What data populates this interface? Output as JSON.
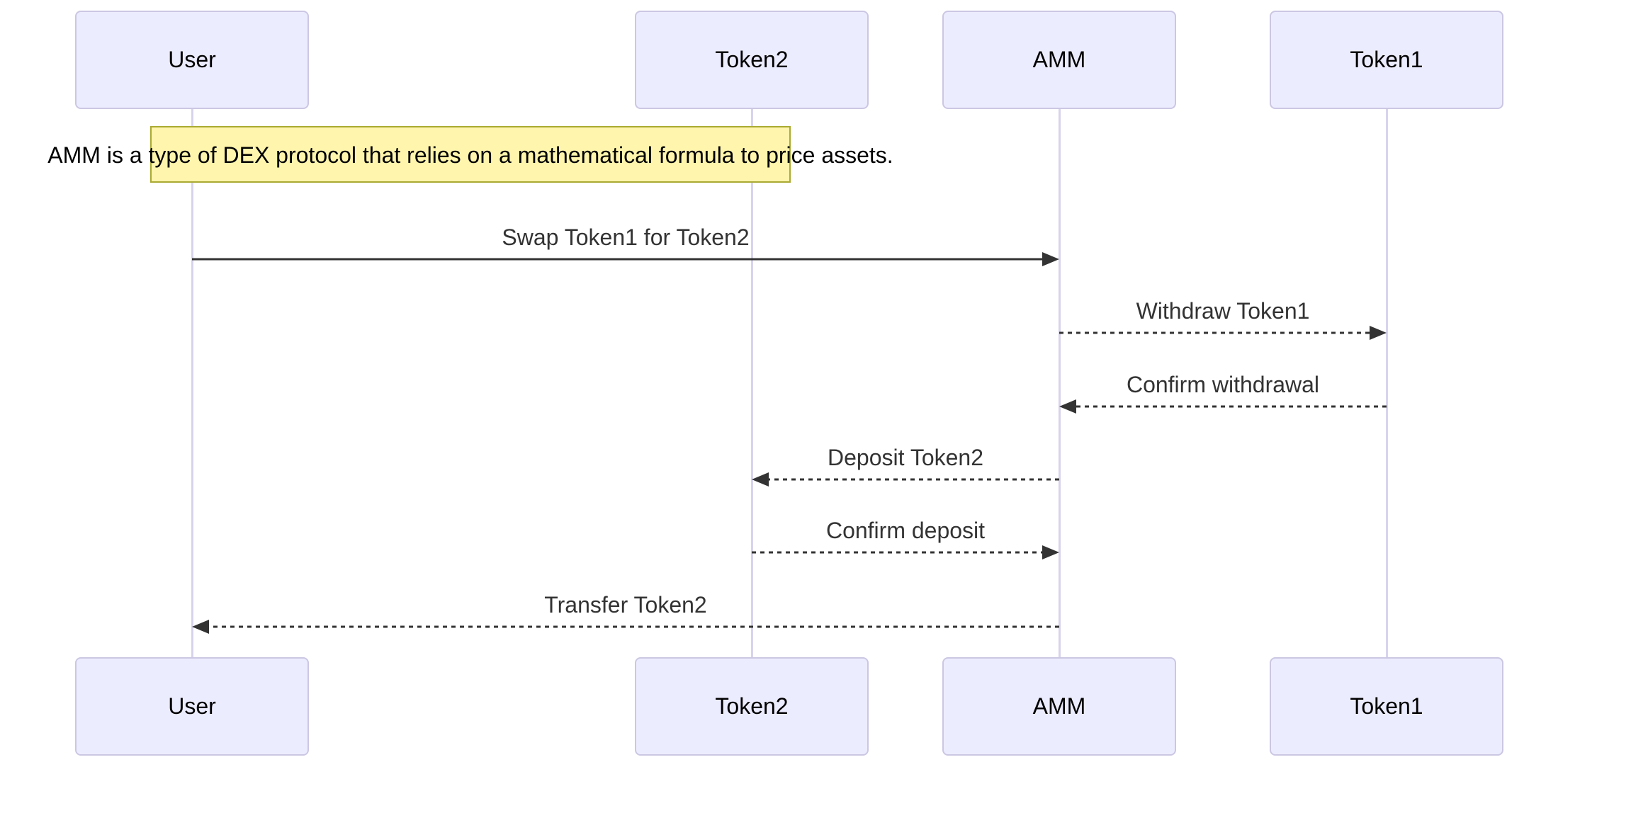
{
  "diagram": {
    "type": "sequence-diagram",
    "actors": [
      {
        "name": "User"
      },
      {
        "name": "Token2"
      },
      {
        "name": "AMM"
      },
      {
        "name": "Token1"
      }
    ],
    "note": {
      "over": "AMM",
      "text": "AMM is a type of DEX protocol that relies on a mathematical formula to price assets."
    },
    "messages": [
      {
        "from": "User",
        "to": "AMM",
        "label": "Swap Token1 for Token2",
        "line": "solid",
        "arrow": "filled"
      },
      {
        "from": "AMM",
        "to": "Token1",
        "label": "Withdraw Token1",
        "line": "dashed",
        "arrow": "filled"
      },
      {
        "from": "Token1",
        "to": "AMM",
        "label": "Confirm withdrawal",
        "line": "dashed",
        "arrow": "filled"
      },
      {
        "from": "AMM",
        "to": "Token2",
        "label": "Deposit Token2",
        "line": "dashed",
        "arrow": "filled"
      },
      {
        "from": "Token2",
        "to": "AMM",
        "label": "Confirm deposit",
        "line": "dashed",
        "arrow": "filled"
      },
      {
        "from": "AMM",
        "to": "User",
        "label": "Transfer Token2",
        "line": "dashed",
        "arrow": "filled"
      }
    ]
  },
  "colors": {
    "canvas_bg": "#FFFFFF",
    "actor_fill": "#ECECFF",
    "actor_border": "#CBC7E3",
    "lifeline_color": "#D8D3EC",
    "note_fill": "#FFF5AD",
    "note_border": "#AAAA33",
    "message_color": "#333333",
    "actor_text": "#000000",
    "note_text": "#000000"
  }
}
